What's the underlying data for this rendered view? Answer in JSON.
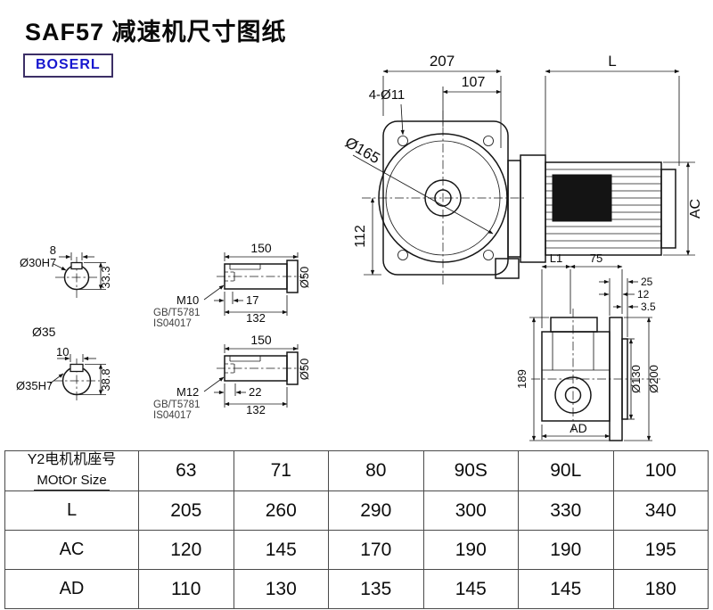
{
  "header": {
    "title": "SAF57 减速机尺寸图纸",
    "logo": "BOSERL"
  },
  "front_view": {
    "dim_width": "207",
    "dim_motor_len": "L",
    "dim_flange_offset": "107",
    "bolt_holes": "4-Ø11",
    "flange_dia": "Ø165",
    "dim_height": "112",
    "dim_motor_dia": "AC"
  },
  "shaft_section_top": {
    "key_width": "8",
    "bore": "Ø30H7",
    "key_height": "33.3",
    "shaft_dia_note": "Ø35"
  },
  "shaft_section_bottom": {
    "key_width": "10",
    "bore": "Ø35H7",
    "key_height": "38.8"
  },
  "input_shaft": {
    "length": "150",
    "thread": "M10",
    "std1": "GB/T5781",
    "std2": "IS04017",
    "key_len": "17",
    "dim_mid": "132",
    "dia": "Ø50"
  },
  "output_shaft": {
    "length": "150",
    "thread": "M12",
    "std1": "GB/T5781",
    "std2": "IS04017",
    "key_len": "22",
    "dim_mid": "132",
    "dia": "Ø50"
  },
  "side_view": {
    "dim_l1": "L1",
    "dim_75": "75",
    "dim_25": "25",
    "dim_12": "12",
    "dim_3_5": "3.5",
    "dim_height": "189",
    "dia_inner": "Ø130",
    "dia_outer": "Ø200",
    "dim_ad": "AD"
  },
  "table": {
    "header": {
      "line1": "Y2电机机座号",
      "line2": "MOtOr Size",
      "sizes": [
        "63",
        "71",
        "80",
        "90S",
        "90L",
        "100"
      ]
    },
    "rows": [
      {
        "label": "L",
        "values": [
          "205",
          "260",
          "290",
          "300",
          "330",
          "340"
        ]
      },
      {
        "label": "AC",
        "values": [
          "120",
          "145",
          "170",
          "190",
          "190",
          "195"
        ]
      },
      {
        "label": "AD",
        "values": [
          "110",
          "130",
          "135",
          "145",
          "145",
          "180"
        ]
      }
    ]
  }
}
